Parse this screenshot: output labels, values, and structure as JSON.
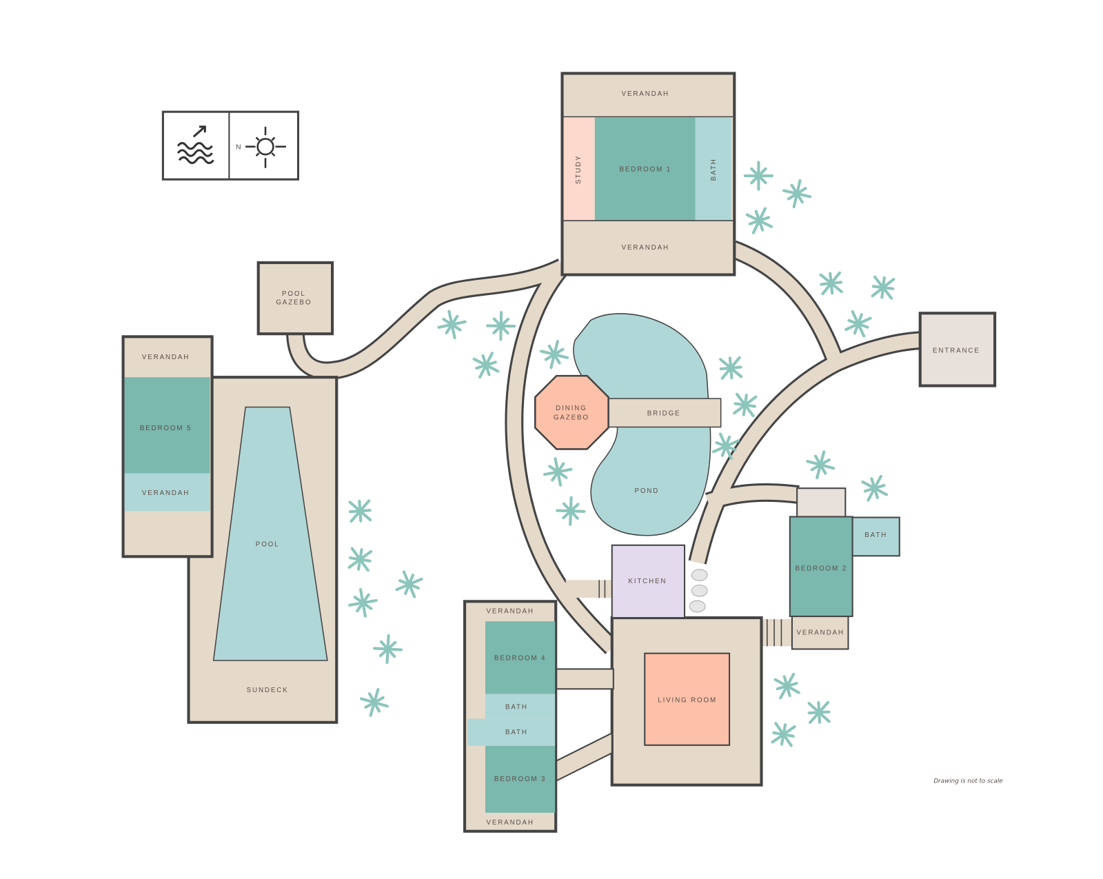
{
  "colors": {
    "beige": "#e5d9ca",
    "bedroom_teal": "#7bb8ae",
    "light_teal": "#b0d7d8",
    "peach": "#fdc0a8",
    "study_pink": "#fcd9cc",
    "kitchen_lavender": "#e3daee",
    "entrance_grey": "#e8e0da",
    "plant": "#8cc5bb",
    "outline": "#444444"
  },
  "legend": {
    "north_label": "N",
    "icons": [
      "ocean-waves-arrow-icon",
      "sun-compass-icon"
    ]
  },
  "top_villa": {
    "verandah_top": "VERANDAH",
    "study": "STUDY",
    "bedroom": "BEDROOM 1",
    "bath": "BATH",
    "verandah_bottom": "VERANDAH"
  },
  "pool_gazebo": {
    "line1": "POOL",
    "line2": "GAZEBO"
  },
  "pool_wing": {
    "verandah_top": "VERANDAH",
    "bedroom": "BEDROOM 5",
    "verandah_bottom": "VERANDAH",
    "pool": "POOL",
    "sundeck": "SUNDECK"
  },
  "center": {
    "dining_line1": "DINING",
    "dining_line2": "GAZEBO",
    "bridge": "BRIDGE",
    "pond": "POND",
    "kitchen": "KITCHEN",
    "living_room": "LIVING ROOM"
  },
  "entrance": "ENTRANCE",
  "east_wing": {
    "bath": "BATH",
    "bedroom": "BEDROOM 2",
    "verandah": "VERANDAH"
  },
  "south_wing": {
    "verandah_top": "VERANDAH",
    "bedroom4": "BEDROOM 4",
    "bath1": "BATH",
    "bath2": "BATH",
    "bedroom3": "BEDROOM 3",
    "verandah_bottom": "VERANDAH"
  },
  "note": "Drawing is not to scale"
}
